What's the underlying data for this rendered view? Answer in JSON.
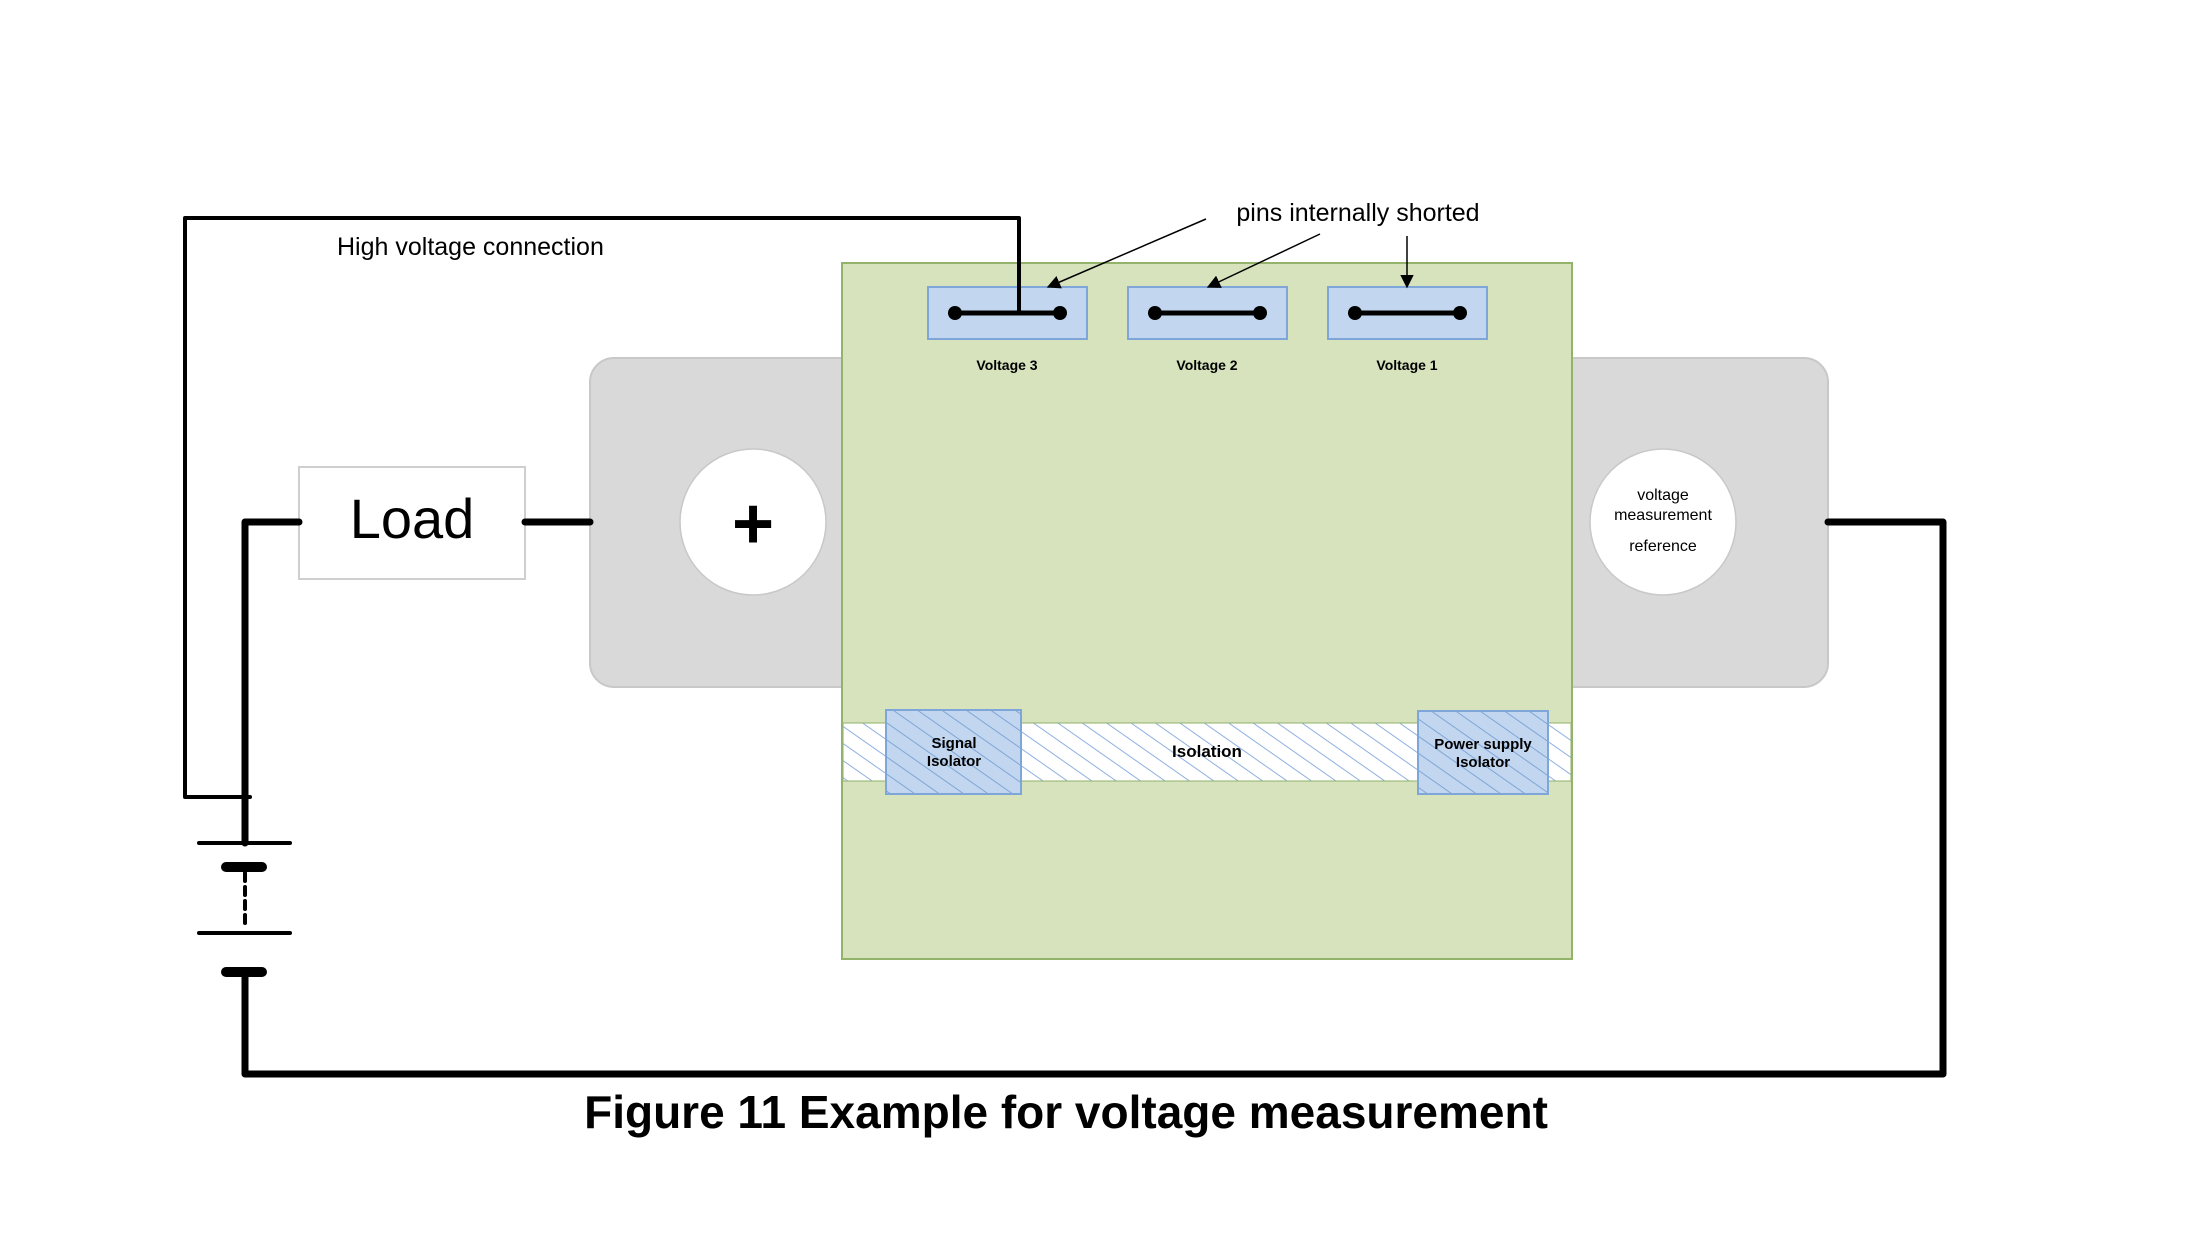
{
  "caption": "Figure 11 Example for voltage measurement",
  "labels": {
    "high_voltage_connection": "High voltage connection",
    "pins_internally_shorted": "pins internally shorted",
    "load": "Load",
    "plus": "+",
    "reference_line1": "voltage",
    "reference_line2": "measurement",
    "reference_line3": "reference",
    "isolation": "Isolation",
    "signal_isolator_line1": "Signal",
    "signal_isolator_line2": "Isolator",
    "power_isolator_line1": "Power supply",
    "power_isolator_line2": "Isolator"
  },
  "pins": [
    {
      "label": "Voltage 3"
    },
    {
      "label": "Voltage 2"
    },
    {
      "label": "Voltage 1"
    }
  ],
  "colors": {
    "board": "#d6e3bd",
    "board_border": "#93b26a",
    "pin_box": "#c3d6ef",
    "pin_box_border": "#7ea6d8",
    "terminal": "#d9d9d9",
    "wire": "#000000",
    "hatch": "#8fb0e0"
  }
}
